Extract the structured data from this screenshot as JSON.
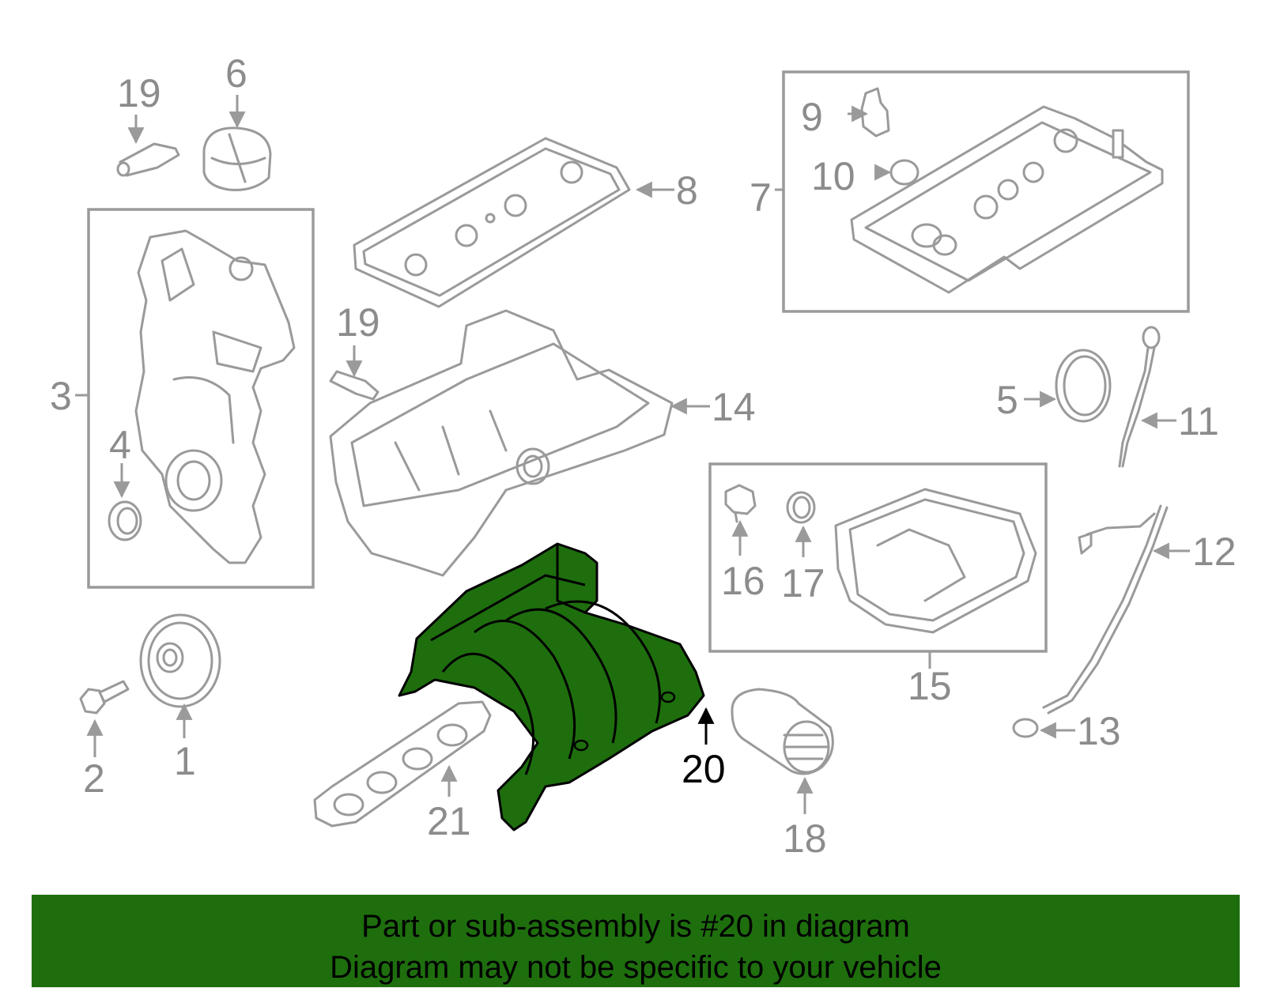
{
  "diagram": {
    "highlight_color": "#1e6e0e",
    "callouts": {
      "c1": "1",
      "c2": "2",
      "c3": "3",
      "c4": "4",
      "c5": "5",
      "c6": "6",
      "c7": "7",
      "c8": "8",
      "c9": "9",
      "c10": "10",
      "c11": "11",
      "c12": "12",
      "c13": "13",
      "c14": "14",
      "c15": "15",
      "c16": "16",
      "c17": "17",
      "c18": "18",
      "c19a": "19",
      "c19b": "19",
      "c20": "20",
      "c21": "21"
    }
  },
  "banner": {
    "line1": "Part or sub-assembly is #20 in diagram",
    "line2": "Diagram may not be specific to your vehicle",
    "background": "#1e6e0e"
  }
}
